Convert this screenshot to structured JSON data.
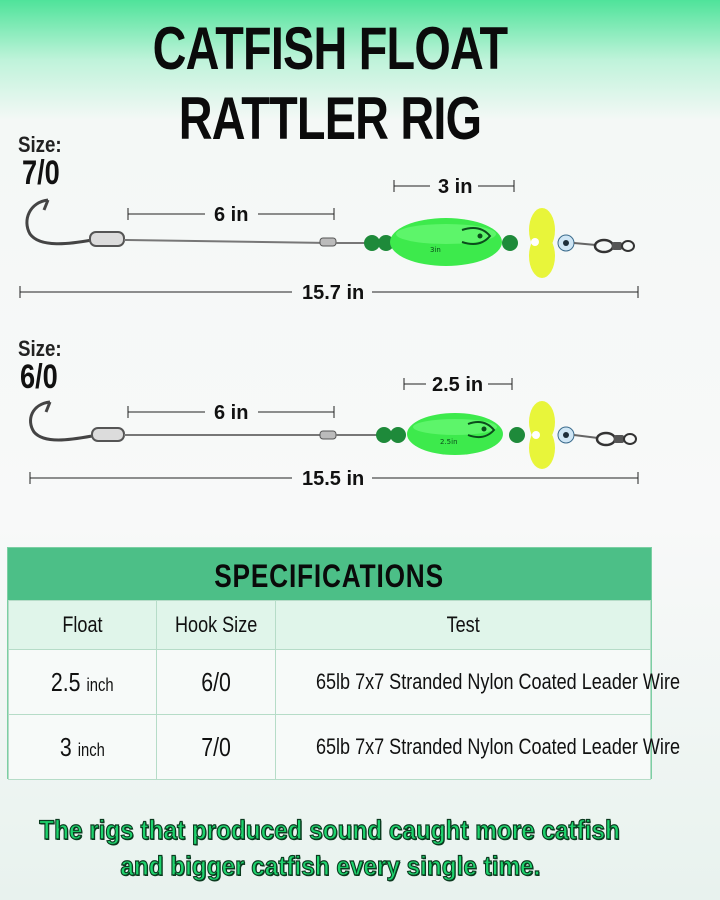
{
  "title": "CATFISH FLOAT RATTLER RIG",
  "rigs": [
    {
      "size_label": "Size:",
      "size_value": "7/0",
      "leader_length": "6 in",
      "float_length": "3 in",
      "total_length": "15.7 in",
      "float_text": "3in"
    },
    {
      "size_label": "Size:",
      "size_value": "6/0",
      "leader_length": "6 in",
      "float_length": "2.5 in",
      "total_length": "15.5 in",
      "float_text": "2.5in"
    }
  ],
  "specs": {
    "heading": "SPECIFICATIONS",
    "columns": [
      "Float",
      "Hook Size",
      "Test"
    ],
    "rows": [
      {
        "float": "2.5",
        "unit": "inch",
        "hook": "6/0",
        "test": "65lb 7x7 Stranded Nylon Coated Leader Wire"
      },
      {
        "float": "3",
        "unit": "inch",
        "hook": "7/0",
        "test": "65lb 7x7 Stranded Nylon Coated Leader Wire"
      }
    ]
  },
  "footer": {
    "line1": "The rigs that produced sound caught more catfish",
    "line2": "and bigger catfish every single time."
  },
  "colors": {
    "float_green": "#3dea4c",
    "rattle_yellow": "#e8f53a",
    "bead_green": "#1e8a3a",
    "header_green": "#4cbf87"
  }
}
